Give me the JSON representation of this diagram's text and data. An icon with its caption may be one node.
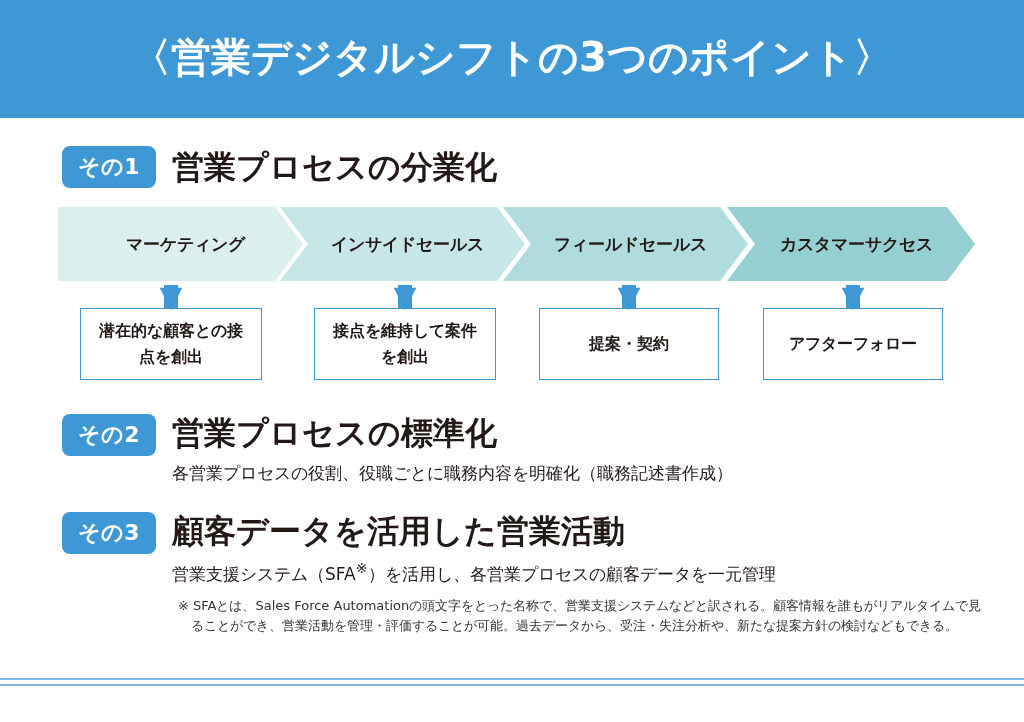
{
  "diagram": {
    "title": "〈営業デジタルシフトの3つのポイント〉",
    "nodes": [
      {
        "text": [
          "その1"
        ],
        "beside": [
          "営業プロセスの分業化"
        ]
      },
      {
        "text": [
          "マーケティング"
        ]
      },
      {
        "text": [
          "インサイドセールス"
        ]
      },
      {
        "text": [
          "フィールドセールス"
        ]
      },
      {
        "text": [
          "カスタマーサクセス"
        ]
      },
      {
        "text": [
          "潜在的な顧客との接点を創出"
        ]
      },
      {
        "text": [
          "接点を維持して案件を創出"
        ]
      },
      {
        "text": [
          "提案・契約"
        ]
      },
      {
        "text": [
          "アフターフォロー"
        ]
      },
      {
        "text": [
          "その2"
        ],
        "beside": [
          "営業プロセスの標準化"
        ]
      },
      {
        "text": [
          "その3"
        ],
        "beside": [
          "顧客データを活用した営業活動"
        ]
      }
    ],
    "edges": [
      {
        "from": 1,
        "to": 5,
        "arrow": "to"
      },
      {
        "from": 2,
        "to": 6,
        "arrow": "to"
      },
      {
        "from": 3,
        "to": 7,
        "arrow": "to"
      },
      {
        "from": 4,
        "to": 8,
        "arrow": "to"
      }
    ],
    "labels": [
      "各営業プロセスの役割、役職ごとに職務内容を明確化（職務記述書作成）",
      "営業支援システム（SFA$^{※}$）を活用し、各営業プロセスの顧客データを一元管理",
      "※ SFAとは、Sales Force Automationの頭文字をとった名称で、営業支援システムなどと訳される。顧客情報を誰もがリアルタイムで見ることができ、営業活動を管理・評価することが可能。過去データから、受注・失注分析や、新たな提案方針の検討などもできる。"
    ]
  }
}
